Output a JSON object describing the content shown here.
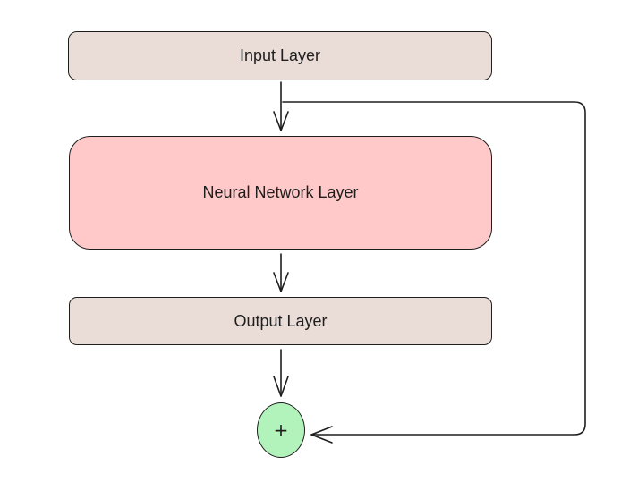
{
  "diagram": {
    "nodes": {
      "input": {
        "label": "Input Layer",
        "fill": "#eaddd7"
      },
      "neural_network": {
        "label": "Neural Network Layer",
        "fill": "#ffc9c9"
      },
      "output": {
        "label": "Output Layer",
        "fill": "#eaddd7"
      },
      "add": {
        "label": "+",
        "fill": "#b2f2bb"
      }
    },
    "edges": [
      {
        "from": "input",
        "to": "neural_network"
      },
      {
        "from": "neural_network",
        "to": "output"
      },
      {
        "from": "output",
        "to": "add"
      },
      {
        "from": "input",
        "to": "add",
        "kind": "skip-connection"
      }
    ],
    "stroke_color": "#1e1e1e"
  }
}
